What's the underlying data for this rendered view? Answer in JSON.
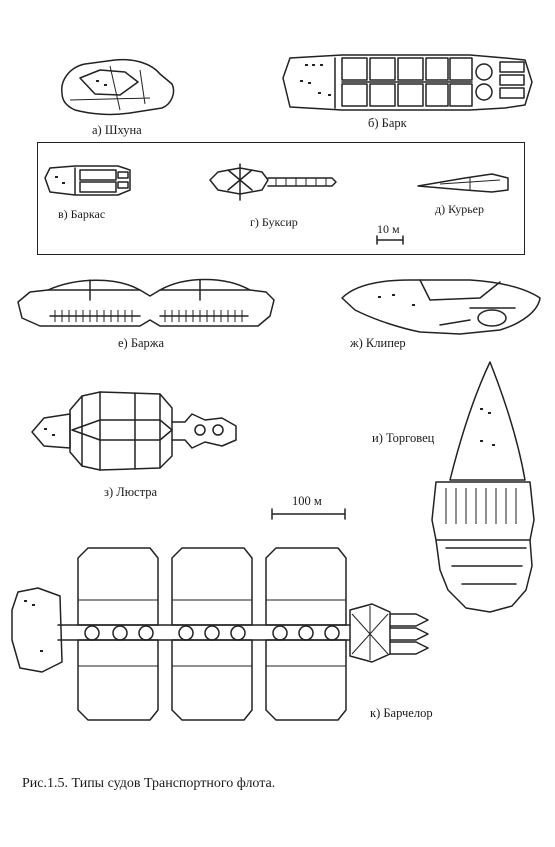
{
  "labels": {
    "a": "а) Шхуна",
    "b": "б) Барк",
    "v": "в) Баркас",
    "g": "г) Буксир",
    "d": "д) Курьер",
    "scale_small": "10 м",
    "e": "е) Баржа",
    "zh": "ж) Клипер",
    "z": "з) Люстра",
    "i": "и) Торговец",
    "scale_large": "100 м",
    "k": "к) Барчелор"
  },
  "caption": "Рис.1.5. Типы судов Транспортного флота."
}
